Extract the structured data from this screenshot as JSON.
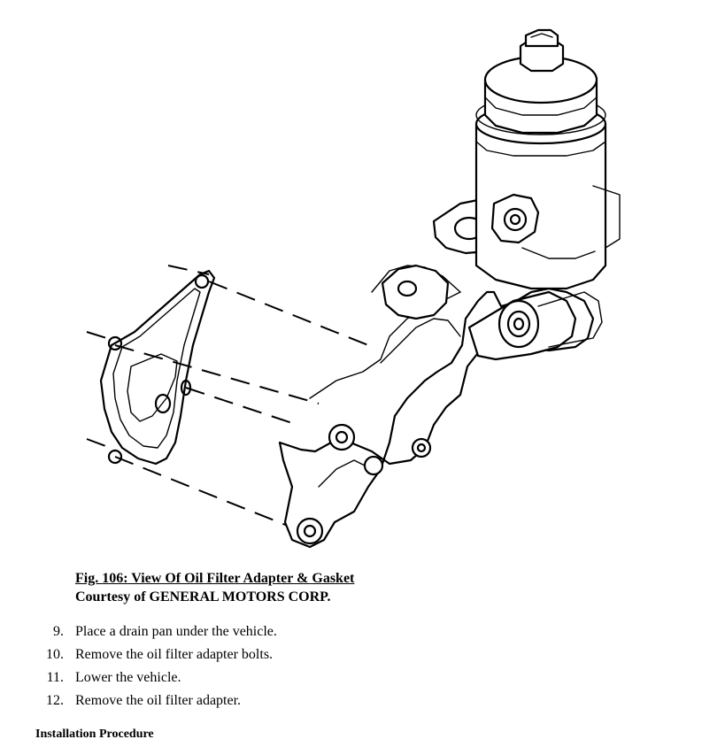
{
  "figure": {
    "title": "Fig. 106: View Of Oil Filter Adapter & Gasket",
    "credit": "Courtesy of GENERAL MOTORS CORP."
  },
  "steps": [
    {
      "number": "9.",
      "text": "Place a drain pan under the vehicle."
    },
    {
      "number": "10.",
      "text": "Remove the oil filter adapter bolts."
    },
    {
      "number": "11.",
      "text": "Lower the vehicle."
    },
    {
      "number": "12.",
      "text": "Remove the oil filter adapter."
    }
  ],
  "section_heading": "Installation Procedure"
}
